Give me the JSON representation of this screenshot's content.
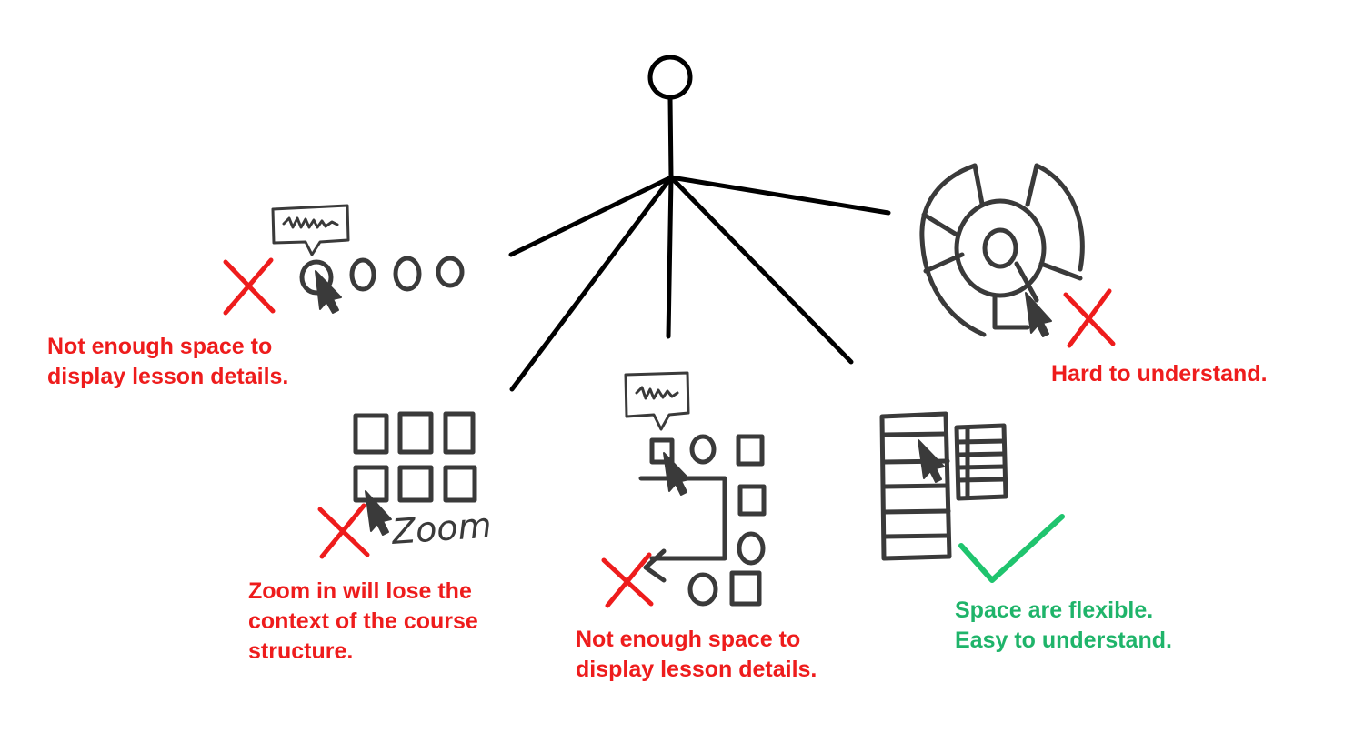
{
  "labels": {
    "option_a": [
      "Not enough space to",
      "display lesson details."
    ],
    "option_b": [
      "Zoom in will lose the",
      "context of the course",
      "structure."
    ],
    "option_c": [
      "Not enough space to",
      "display lesson details."
    ],
    "option_d": [
      "Space are flexible.",
      "Easy to understand."
    ],
    "option_e": [
      "Hard to understand."
    ]
  },
  "sketch_text": {
    "zoom": "Zoom"
  },
  "marks": {
    "option_a": "x-mark",
    "option_b": "x-mark",
    "option_c": "x-mark",
    "option_d": "check-mark",
    "option_e": "x-mark"
  },
  "colors": {
    "rejected": "#ee1c1c",
    "accepted": "#1fb46a",
    "sketch": "#3a3a3a",
    "stick": "#000000"
  }
}
